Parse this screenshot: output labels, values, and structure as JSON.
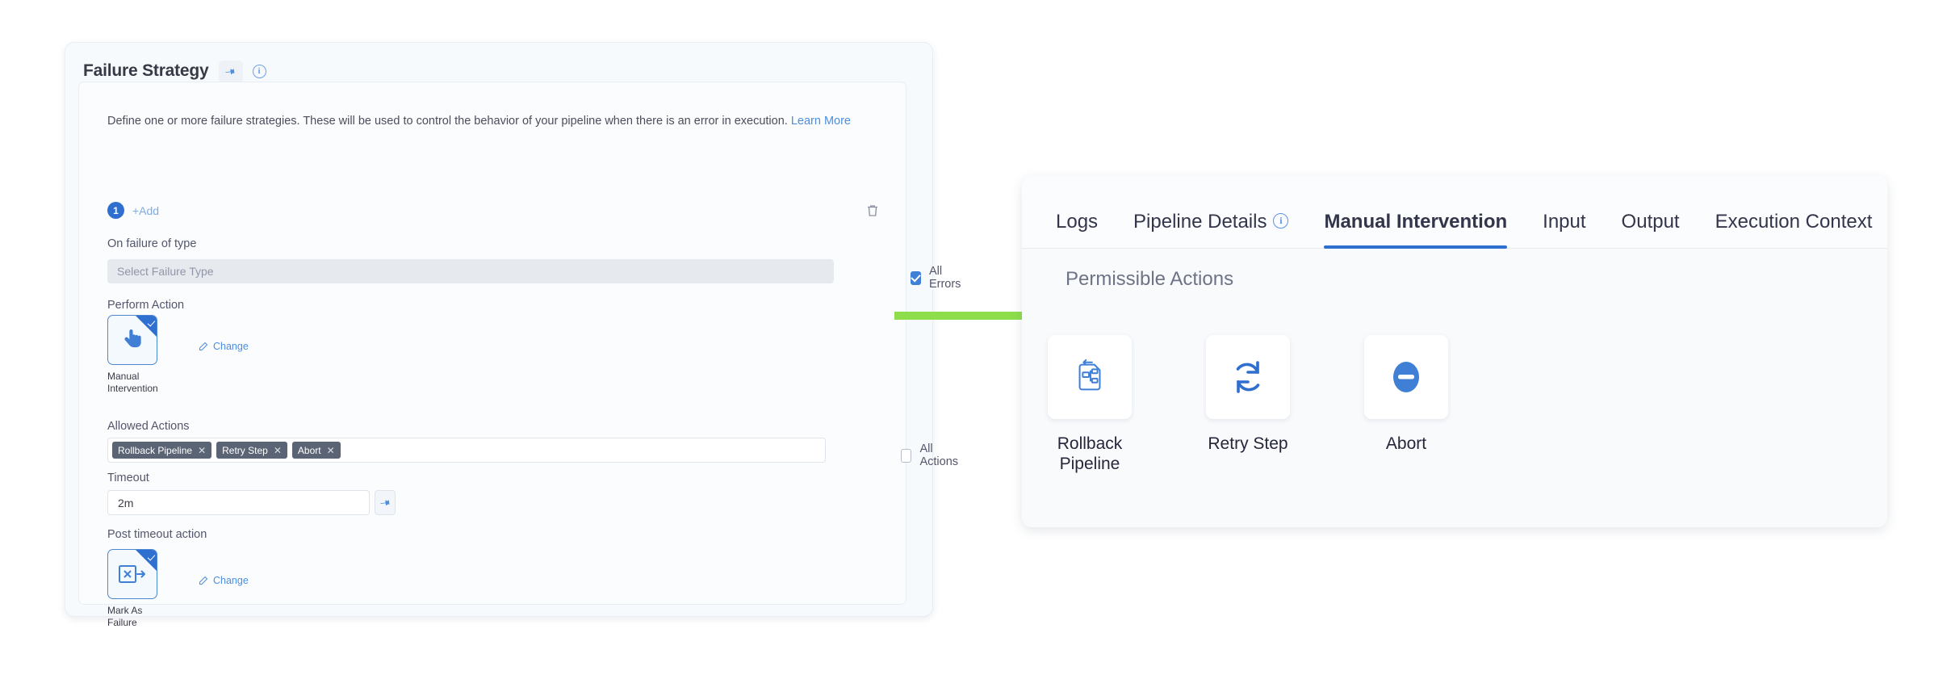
{
  "left_panel": {
    "title": "Failure Strategy",
    "pin_icon": "pin-icon",
    "info_icon": "info-icon",
    "description": "Define one or more failure strategies. These will be used to control the behavior of your pipeline when there is an error in execution.",
    "learn_more": "Learn More",
    "strategy_index": "1",
    "add_label": "+Add",
    "delete_icon": "trash-icon",
    "fields": {
      "on_failure_label": "On failure of type",
      "failure_type_placeholder": "Select Failure Type",
      "all_errors_label": "All Errors",
      "all_errors_checked": true,
      "perform_action_label": "Perform Action",
      "perform_action_value": "Manual Intervention",
      "perform_action_icon": "hand-pointer-icon",
      "perform_action_change": "Change",
      "allowed_actions_label": "Allowed Actions",
      "allowed_actions": [
        "Rollback Pipeline",
        "Retry Step",
        "Abort"
      ],
      "all_actions_label": "All Actions",
      "all_actions_checked": false,
      "timeout_label": "Timeout",
      "timeout_value": "2m",
      "timeout_pin_icon": "pin-icon",
      "post_timeout_label": "Post timeout action",
      "post_timeout_value": "Mark As Failure",
      "post_timeout_icon": "mark-as-failure-icon",
      "post_timeout_change": "Change"
    }
  },
  "right_panel": {
    "tabs": [
      {
        "label": "Logs",
        "active": false,
        "info": false
      },
      {
        "label": "Pipeline Details",
        "active": false,
        "info": true
      },
      {
        "label": "Manual Intervention",
        "active": true,
        "info": false
      },
      {
        "label": "Input",
        "active": false,
        "info": false
      },
      {
        "label": "Output",
        "active": false,
        "info": false
      },
      {
        "label": "Execution Context",
        "active": false,
        "info": false
      }
    ],
    "section_title": "Permissible Actions",
    "actions": [
      {
        "label": "Rollback Pipeline",
        "icon": "rollback-pipeline-icon"
      },
      {
        "label": "Retry Step",
        "icon": "retry-step-icon"
      },
      {
        "label": "Abort",
        "icon": "abort-icon"
      }
    ]
  },
  "annotation": {
    "arrow_icon": "green-arrow-right",
    "arrow_color": "#8ede4c"
  },
  "colors": {
    "accent_blue": "#2f6fd0",
    "link_blue": "#4c8ee0",
    "chip_gray": "#5b6474",
    "panel_bg": "#f7fafc",
    "arrow_green": "#8ede4c"
  }
}
